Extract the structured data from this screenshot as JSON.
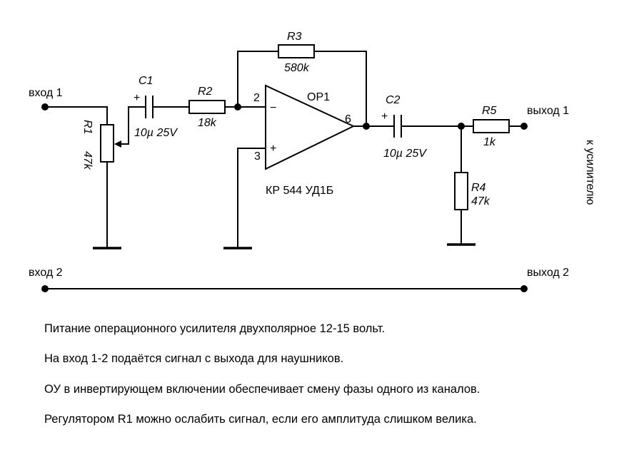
{
  "ports": {
    "input1": "вход 1",
    "input2": "вход 2",
    "output1": "выход 1",
    "output2": "выход 2",
    "to_amplifier": "к усилителю"
  },
  "components": {
    "r1": {
      "name": "R1",
      "value": "47k"
    },
    "c1": {
      "name": "C1",
      "value": "10µ 25V",
      "polarity": "+"
    },
    "r2": {
      "name": "R2",
      "value": "18k"
    },
    "r3": {
      "name": "R3",
      "value": "580k"
    },
    "op1": {
      "name": "OP1",
      "part": "КР 544 УД1Б",
      "pin_inv": "2",
      "pin_noninv": "3",
      "pin_out": "6",
      "sign_inv": "−",
      "sign_noninv": "+"
    },
    "c2": {
      "name": "C2",
      "value": "10µ 25V",
      "polarity": "+"
    },
    "r4": {
      "name": "R4",
      "value": "47k"
    },
    "r5": {
      "name": "R5",
      "value": "1k"
    }
  },
  "notes": [
    "Питание операционного усилителя двухполярное 12-15 вольт.",
    "На вход 1-2 подаётся сигнал с выхода для наушников.",
    "ОУ в инвертирующем включении обеспечивает смену фазы одного из каналов.",
    "Регулятором R1 можно ослабить сигнал, если его амплитуда слишком велика."
  ]
}
